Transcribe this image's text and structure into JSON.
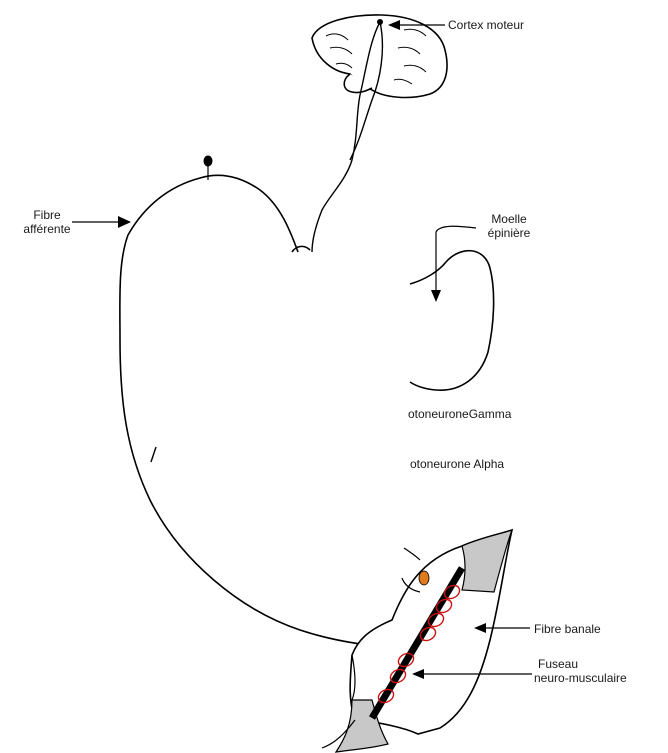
{
  "labels": {
    "cortex_moteur": "Cortex moteur",
    "fibre_afferente_line1": "Fibre",
    "fibre_afferente_line2": "afférente",
    "moelle_line1": "Moelle",
    "moelle_line2": "épinière",
    "motoneurone_gamma": "otoneuroneGamma",
    "motoneurone_alpha": "otoneurone Alpha",
    "fibre_banale": "Fibre  banale",
    "fuseau_line1": "Fuseau",
    "fuseau_line2": "neuro-musculaire"
  },
  "colors": {
    "stroke": "#000000",
    "tendon": "#c8c8c8",
    "spindle_loops": "#cc1111",
    "gamma_terminal": "#e07a1c"
  }
}
